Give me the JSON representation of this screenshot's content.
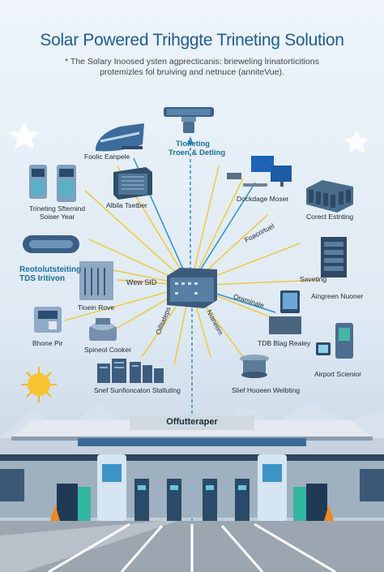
{
  "header": {
    "title": "Solar Powered Trihggte Trineting Solution",
    "subtitle_line1": "* The Solary Inoosed ysten agprecticanis: brieweling lrinatorticitions",
    "subtitle_line2": "protemizles fol bruiving and netnuce (anniteVue)."
  },
  "hub": {
    "top_label_line1": "Tloketing",
    "top_label_line2": "Troen & Detling",
    "center_label": "Wew SID"
  },
  "nodes": {
    "train": "Foolic Eanpele",
    "cabinet": "Albila Tsetber",
    "kiosks_line1": "Trineting Sfternind",
    "kiosks_line2": "Soiser Year",
    "workstation": "Dockdage Moser",
    "servers": "Corect Estnting",
    "module_line1": "Reotolutsteiting",
    "module_line2": "TDS Iritivon",
    "rack": "Tioein Rove",
    "server_tower": "Saveting",
    "server_tower_sub": "Aingreen Nuoner",
    "phone_device": "Bhone Pir",
    "spinner_device": "Spineol Cooker",
    "monitor_station": "TDB Blag Realey",
    "airport_kiosk": "Airport Scienior",
    "storage_bank": "Snef Sunfioncaton Stalluting",
    "dish": "Slief Hooeen Welbting"
  },
  "line_labels": {
    "label_a": "Foacrirtuel",
    "label_b": "Oraminale",
    "label_c": "Oifitateps",
    "label_d": "Nianetim"
  },
  "station": {
    "sign": "Offutteraper"
  },
  "colors": {
    "accent": "#1f5d8f",
    "line": "#f0c43c",
    "link": "#2e8fc7",
    "steel": "#4a7aa3",
    "sun": "#f3b51f"
  }
}
